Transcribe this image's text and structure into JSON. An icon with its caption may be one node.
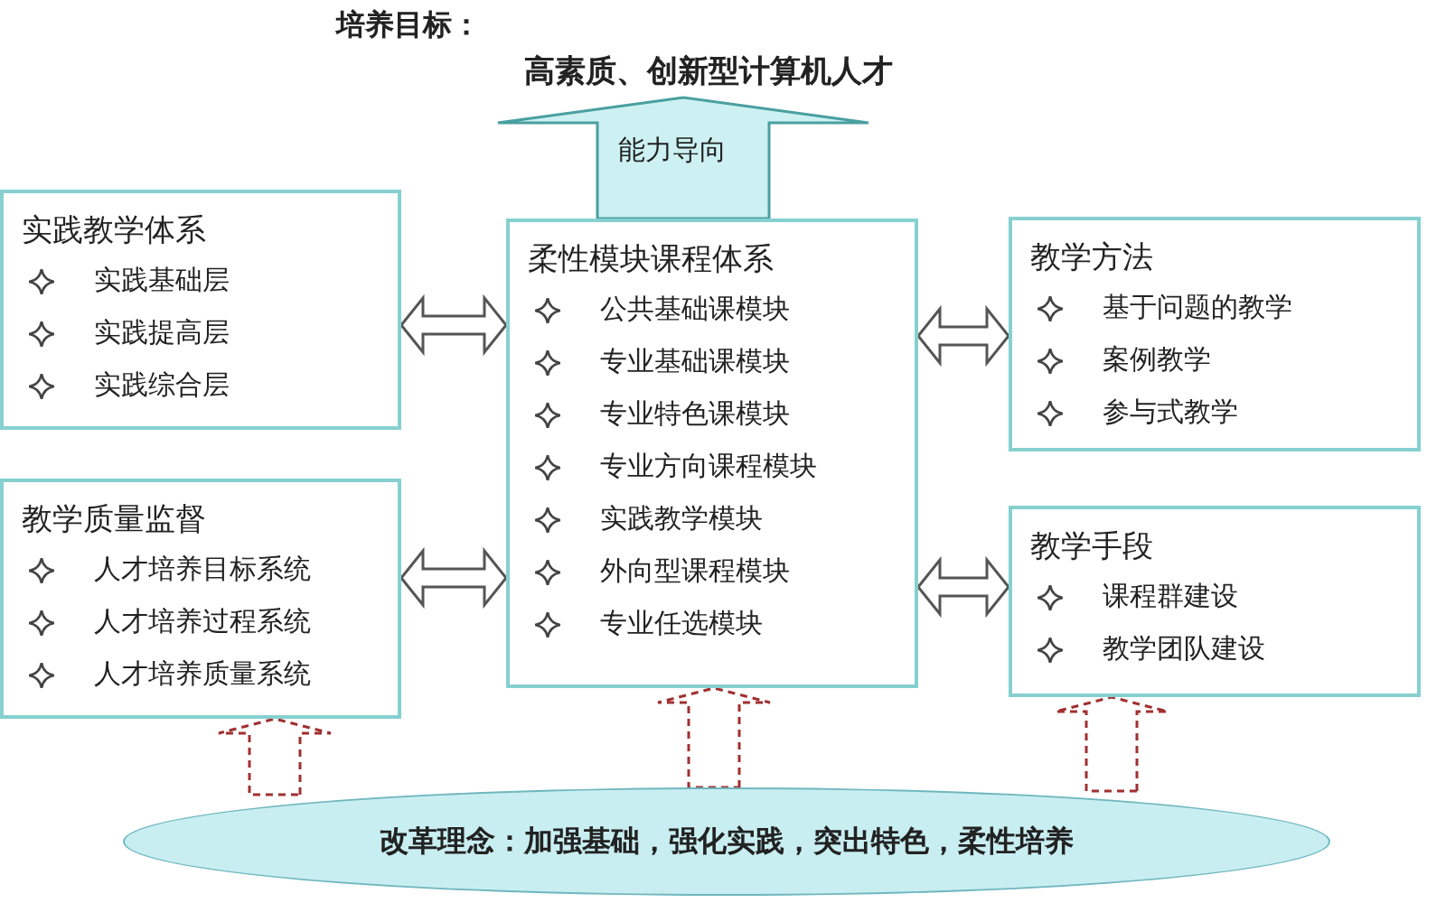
{
  "diagram": {
    "nodes": [
      {
        "text": [
          "培养目标：",
          "高素质、创新型计算机人才"
        ]
      },
      {
        "text": [
          "实践教学体系",
          "实践基础层",
          "实践提高层",
          "实践综合层"
        ]
      },
      {
        "text": [
          "教学质量监督",
          "人才培养目标系统",
          "人才培养过程系统",
          "人才培养质量系统"
        ]
      },
      {
        "text": [
          "柔性模块课程体系",
          "公共基础课模块",
          "专业基础课模块",
          "专业特色课模块",
          "专业方向课程模块",
          "实践教学模块",
          "外向型课程模块",
          "专业任选模块"
        ]
      },
      {
        "text": [
          "教学方法",
          "基于问题的教学",
          "案例教学",
          "参与式教学"
        ]
      },
      {
        "text": [
          "教学手段",
          "课程群建设",
          "教学团队建设"
        ]
      },
      {
        "text": [
          "改革理念：加强基础，强化实践，突出特色，柔性培养"
        ]
      }
    ],
    "edges": [
      {
        "from": 3,
        "to": 0,
        "arrow": "to",
        "label": "能力导向",
        "color": "#4a9fa0"
      },
      {
        "from": 1,
        "to": 3,
        "arrow": "both"
      },
      {
        "from": 2,
        "to": 3,
        "arrow": "both"
      },
      {
        "from": 3,
        "to": 4,
        "arrow": "both"
      },
      {
        "from": 3,
        "to": 5,
        "arrow": "both"
      },
      {
        "from": 6,
        "to": 2,
        "arrow": "to",
        "style": "dashed",
        "color": "#a03030"
      },
      {
        "from": 6,
        "to": 3,
        "arrow": "to",
        "style": "dashed",
        "color": "#a03030"
      },
      {
        "from": 6,
        "to": 5,
        "arrow": "to",
        "style": "dashed",
        "color": "#a03030"
      }
    ]
  }
}
